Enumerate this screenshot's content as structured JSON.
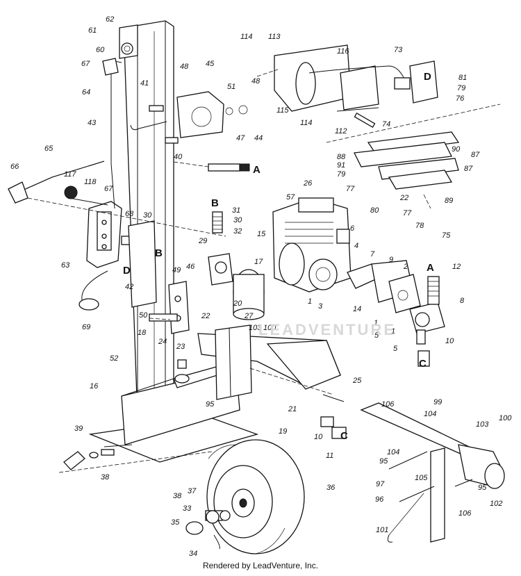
{
  "watermark": "LEADVENTURE",
  "footer": "Rendered by LeadVenture, Inc.",
  "callouts": [
    "62",
    "61",
    "60",
    "67",
    "64",
    "41",
    "48",
    "45",
    "51",
    "43",
    "47",
    "44",
    "40",
    "65",
    "66",
    "117",
    "118",
    "67",
    "68",
    "30",
    "63",
    "42",
    "49",
    "46",
    "50",
    "18",
    "24",
    "22",
    "20",
    "69",
    "23",
    "52",
    "16",
    "95",
    "39",
    "38",
    "36",
    "37",
    "38",
    "33",
    "35",
    "34",
    "114",
    "113",
    "116",
    "73",
    "48",
    "81",
    "79",
    "76",
    "115",
    "114",
    "112",
    "74",
    "90",
    "88",
    "87",
    "91",
    "87",
    "79",
    "77",
    "22",
    "89",
    "80",
    "77",
    "78",
    "75",
    "26",
    "57",
    "15",
    "6",
    "4",
    "7",
    "9",
    "2",
    "17",
    "1",
    "3",
    "14",
    "1",
    "5",
    "1",
    "5",
    "8",
    "10",
    "12",
    "31",
    "30",
    "32",
    "29",
    "27",
    "103",
    "100",
    "25",
    "21",
    "19",
    "10",
    "11",
    "106",
    "99",
    "104",
    "103",
    "100",
    "104",
    "95",
    "97",
    "105",
    "95",
    "102",
    "96",
    "101",
    "106"
  ],
  "letters": [
    "A",
    "B",
    "B",
    "D",
    "D",
    "A",
    "C",
    "C"
  ]
}
